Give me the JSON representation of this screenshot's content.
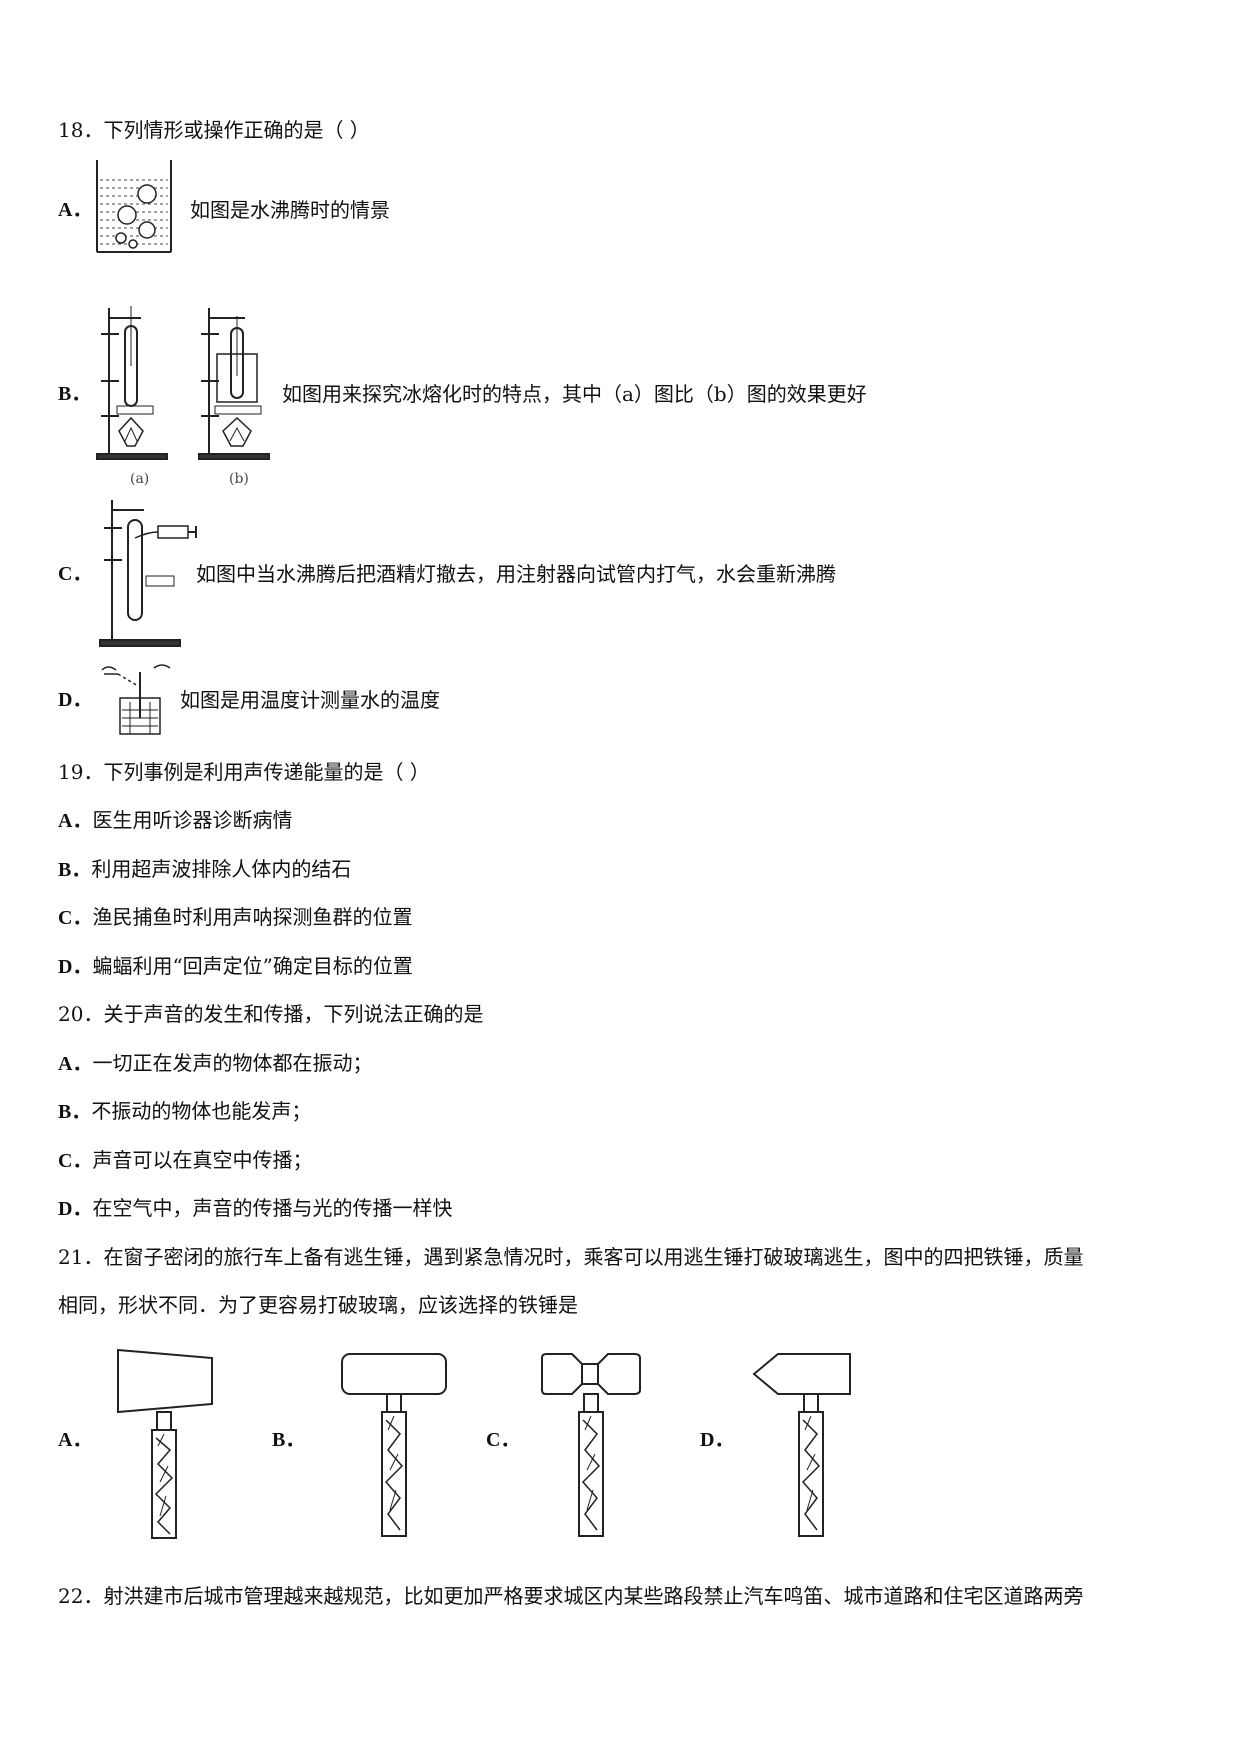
{
  "q18": {
    "stem": "18．下列情形或操作正确的是（    ）",
    "options": [
      {
        "label": "A．",
        "text": "如图是水沸腾时的情景"
      },
      {
        "label": "B．",
        "text": "如图用来探究冰熔化时的特点，其中（a）图比（b）图的效果更好",
        "fig_labels": [
          "(a)",
          "(b)"
        ]
      },
      {
        "label": "C．",
        "text": "如图中当水沸腾后把酒精灯撤去，用注射器向试管内打气，水会重新沸腾"
      },
      {
        "label": "D．",
        "text": "如图是用温度计测量水的温度"
      }
    ]
  },
  "q19": {
    "stem": "19．下列事例是利用声传递能量的是（        ）",
    "options": [
      {
        "label": "A．",
        "text": "医生用听诊器诊断病情"
      },
      {
        "label": "B．",
        "text": "利用超声波排除人体内的结石"
      },
      {
        "label": "C．",
        "text": "渔民捕鱼时利用声呐探测鱼群的位置"
      },
      {
        "label": "D．",
        "text": "蝙蝠利用“回声定位”确定目标的位置"
      }
    ]
  },
  "q20": {
    "stem": "20．关于声音的发生和传播，下列说法正确的是",
    "options": [
      {
        "label": "A．",
        "text": "一切正在发声的物体都在振动；"
      },
      {
        "label": "B．",
        "text": "不振动的物体也能发声；"
      },
      {
        "label": "C．",
        "text": "声音可以在真空中传播；"
      },
      {
        "label": "D．",
        "text": "在空气中，声音的传播与光的传播一样快"
      }
    ]
  },
  "q21": {
    "stem_line1": "21．在窗子密闭的旅行车上备有逃生锤，遇到紧急情况时，乘客可以用逃生锤打破玻璃逃生，图中的四把铁锤，质量",
    "stem_line2": "相同，形状不同．为了更容易打破玻璃，应该选择的铁锤是",
    "options": [
      {
        "label": "A．"
      },
      {
        "label": "B．"
      },
      {
        "label": "C．"
      },
      {
        "label": "D．"
      }
    ]
  },
  "q22": {
    "stem_line1": "22．射洪建市后城市管理越来越规范，比如更加严格要求城区内某些路段禁止汽车鸣笛、城市道路和住宅区道路两旁"
  }
}
